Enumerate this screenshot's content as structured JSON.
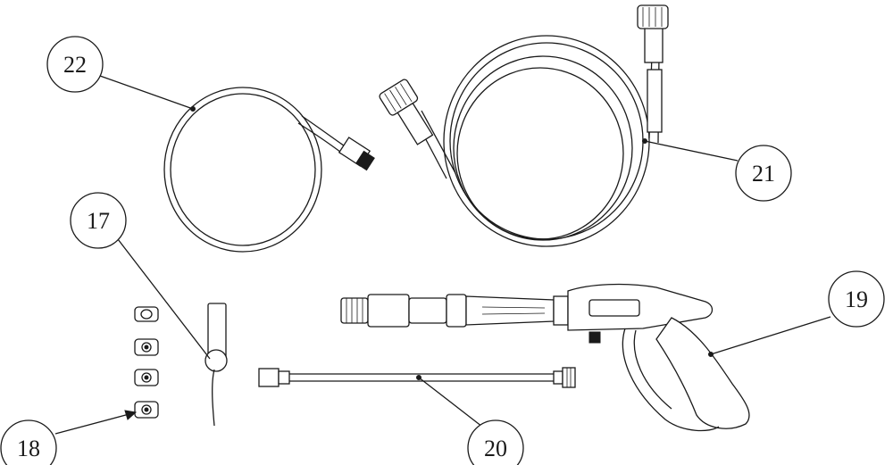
{
  "diagram": {
    "callouts": [
      {
        "id": "c17",
        "label": "17",
        "part": "tip-holder-strap"
      },
      {
        "id": "c18",
        "label": "18",
        "part": "spray-nozzle-tips"
      },
      {
        "id": "c19",
        "label": "19",
        "part": "spray-gun"
      },
      {
        "id": "c20",
        "label": "20",
        "part": "extension-wand"
      },
      {
        "id": "c21",
        "label": "21",
        "part": "high-pressure-hose"
      },
      {
        "id": "c22",
        "label": "22",
        "part": "garden-hose-adapter"
      }
    ],
    "colors": {
      "line": "#1a1a1a",
      "background": "#ffffff"
    }
  }
}
